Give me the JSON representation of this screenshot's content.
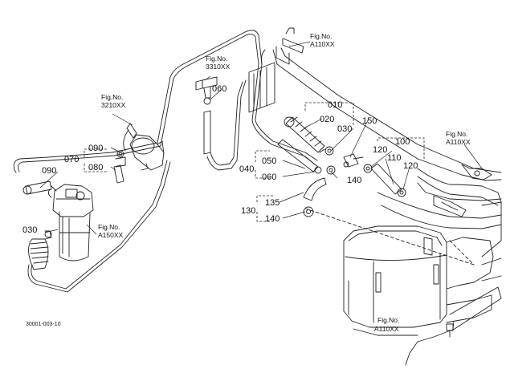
{
  "diagram": {
    "drawing_code": "30001-003-10",
    "fig_refs": [
      {
        "id": "fig-a110-top",
        "line1": "Fig.No.",
        "line2": "A110XX"
      },
      {
        "id": "fig-3310",
        "line1": "Fig.No.",
        "line2": "3310XX"
      },
      {
        "id": "fig-3210",
        "line1": "Fig.No.",
        "line2": "3210XX"
      },
      {
        "id": "fig-a110-right",
        "line1": "Fig.No.",
        "line2": "A110XX"
      },
      {
        "id": "fig-a150",
        "line1": "Fig.No.",
        "line2": "A150XX"
      },
      {
        "id": "fig-a110-bottom",
        "line1": "Fig.No.",
        "line2": "A110XX"
      }
    ],
    "part_labels": [
      {
        "id": "p010",
        "text": "010"
      },
      {
        "id": "p020",
        "text": "020"
      },
      {
        "id": "p030a",
        "text": "030"
      },
      {
        "id": "p150",
        "text": "150"
      },
      {
        "id": "p100",
        "text": "100"
      },
      {
        "id": "p120a",
        "text": "120"
      },
      {
        "id": "p110",
        "text": "110"
      },
      {
        "id": "p120b",
        "text": "120"
      },
      {
        "id": "p060a",
        "text": "060"
      },
      {
        "id": "p050",
        "text": "050"
      },
      {
        "id": "p040",
        "text": "040"
      },
      {
        "id": "p060b",
        "text": "060"
      },
      {
        "id": "p140a",
        "text": "140"
      },
      {
        "id": "p135",
        "text": "135"
      },
      {
        "id": "p130",
        "text": "130"
      },
      {
        "id": "p140b",
        "text": "140"
      },
      {
        "id": "p090a",
        "text": "090"
      },
      {
        "id": "p070",
        "text": "070"
      },
      {
        "id": "p080",
        "text": "080"
      },
      {
        "id": "p090b",
        "text": "090"
      },
      {
        "id": "p030b",
        "text": "030"
      }
    ]
  }
}
